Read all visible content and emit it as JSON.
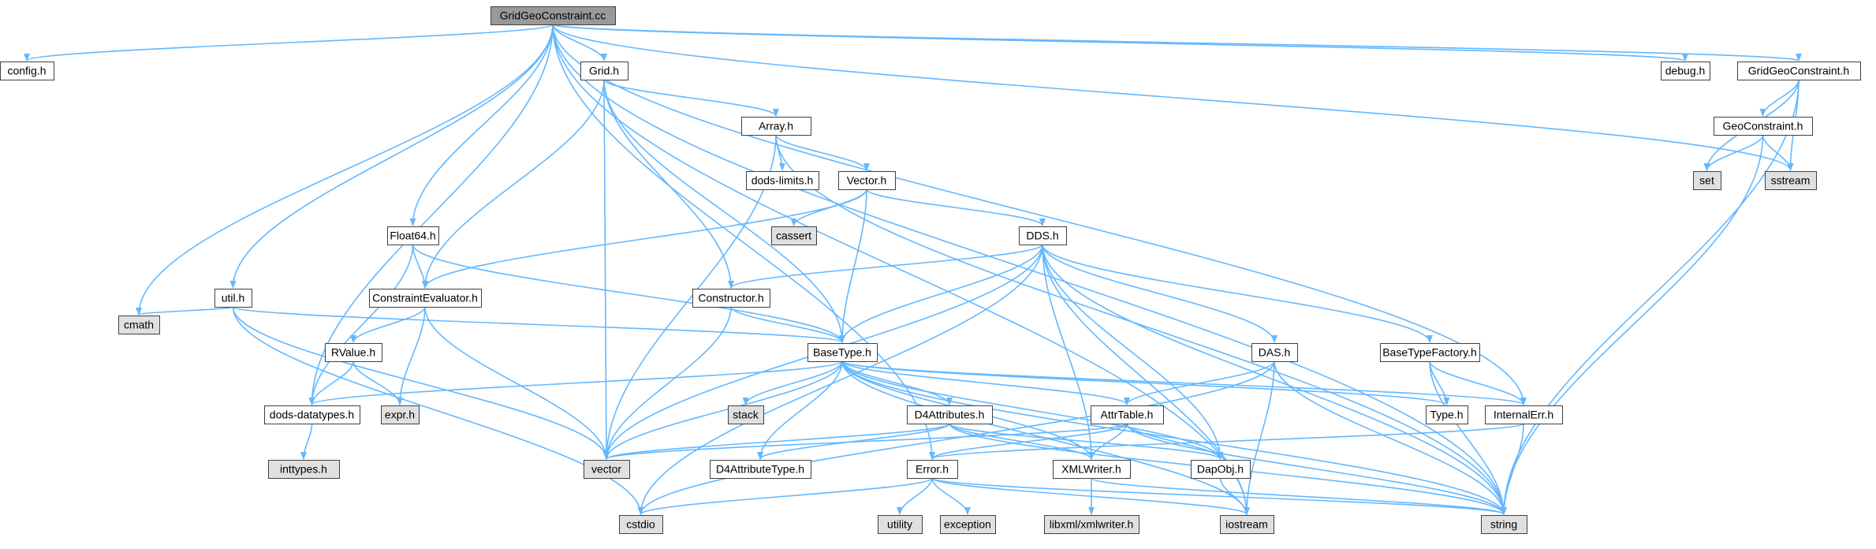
{
  "diagram": {
    "title_node": "GridGeoConstraint.cc",
    "colors": {
      "edge": "#63b8ff",
      "root_fill": "#999999",
      "project_fill": "#ffffff",
      "system_fill": "#e0e0e0",
      "border": "#404040"
    },
    "nodes": [
      {
        "id": "root",
        "label": "GridGeoConstraint.cc",
        "kind": "root"
      },
      {
        "id": "config",
        "label": "config.h",
        "kind": "project"
      },
      {
        "id": "grid",
        "label": "Grid.h",
        "kind": "project"
      },
      {
        "id": "debug",
        "label": "debug.h",
        "kind": "project"
      },
      {
        "id": "ggch",
        "label": "GridGeoConstraint.h",
        "kind": "project"
      },
      {
        "id": "array",
        "label": "Array.h",
        "kind": "project"
      },
      {
        "id": "geoc",
        "label": "GeoConstraint.h",
        "kind": "project"
      },
      {
        "id": "doddslimits",
        "label": "dods-limits.h",
        "kind": "project"
      },
      {
        "id": "vectorh",
        "label": "Vector.h",
        "kind": "project"
      },
      {
        "id": "set",
        "label": "set",
        "kind": "system"
      },
      {
        "id": "sstream",
        "label": "sstream",
        "kind": "system"
      },
      {
        "id": "cassert",
        "label": "cassert",
        "kind": "system"
      },
      {
        "id": "float64",
        "label": "Float64.h",
        "kind": "project"
      },
      {
        "id": "dds",
        "label": "DDS.h",
        "kind": "project"
      },
      {
        "id": "util",
        "label": "util.h",
        "kind": "project"
      },
      {
        "id": "ceval",
        "label": "ConstraintEvaluator.h",
        "kind": "project"
      },
      {
        "id": "constructor",
        "label": "Constructor.h",
        "kind": "project"
      },
      {
        "id": "cmath",
        "label": "cmath",
        "kind": "system"
      },
      {
        "id": "rvalue",
        "label": "RValue.h",
        "kind": "project"
      },
      {
        "id": "basetype",
        "label": "BaseType.h",
        "kind": "project"
      },
      {
        "id": "das",
        "label": "DAS.h",
        "kind": "project"
      },
      {
        "id": "btf",
        "label": "BaseTypeFactory.h",
        "kind": "project"
      },
      {
        "id": "doddsdt",
        "label": "dods-datatypes.h",
        "kind": "project"
      },
      {
        "id": "expr",
        "label": "expr.h",
        "kind": "system"
      },
      {
        "id": "stack",
        "label": "stack",
        "kind": "system"
      },
      {
        "id": "d4attr",
        "label": "D4Attributes.h",
        "kind": "project"
      },
      {
        "id": "attrtable",
        "label": "AttrTable.h",
        "kind": "project"
      },
      {
        "id": "typeh",
        "label": "Type.h",
        "kind": "project"
      },
      {
        "id": "interr",
        "label": "InternalErr.h",
        "kind": "project"
      },
      {
        "id": "inttypes",
        "label": "inttypes.h",
        "kind": "system"
      },
      {
        "id": "vector",
        "label": "vector",
        "kind": "system"
      },
      {
        "id": "d4at",
        "label": "D4AttributeType.h",
        "kind": "project"
      },
      {
        "id": "error",
        "label": "Error.h",
        "kind": "project"
      },
      {
        "id": "xmlw",
        "label": "XMLWriter.h",
        "kind": "project"
      },
      {
        "id": "dapobj",
        "label": "DapObj.h",
        "kind": "project"
      },
      {
        "id": "utility",
        "label": "utility",
        "kind": "system"
      },
      {
        "id": "exception",
        "label": "exception",
        "kind": "system"
      },
      {
        "id": "libxml",
        "label": "libxml/xmlwriter.h",
        "kind": "system"
      },
      {
        "id": "cstdio",
        "label": "cstdio",
        "kind": "system"
      },
      {
        "id": "iostream",
        "label": "iostream",
        "kind": "system"
      },
      {
        "id": "string",
        "label": "string",
        "kind": "system"
      }
    ],
    "edges": [
      [
        "root",
        "config"
      ],
      [
        "root",
        "grid"
      ],
      [
        "root",
        "debug"
      ],
      [
        "root",
        "ggch"
      ],
      [
        "root",
        "float64"
      ],
      [
        "root",
        "util"
      ],
      [
        "root",
        "cmath"
      ],
      [
        "root",
        "doddsdt"
      ],
      [
        "root",
        "error"
      ],
      [
        "root",
        "interr"
      ],
      [
        "root",
        "iostream"
      ],
      [
        "root",
        "sstream"
      ],
      [
        "root",
        "string"
      ],
      [
        "grid",
        "array"
      ],
      [
        "grid",
        "ceval"
      ],
      [
        "grid",
        "constructor"
      ],
      [
        "grid",
        "basetype"
      ],
      [
        "grid",
        "vector"
      ],
      [
        "array",
        "doddslimits"
      ],
      [
        "array",
        "vectorh"
      ],
      [
        "array",
        "vector"
      ],
      [
        "array",
        "string"
      ],
      [
        "vectorh",
        "cassert"
      ],
      [
        "vectorh",
        "dds"
      ],
      [
        "vectorh",
        "ceval"
      ],
      [
        "vectorh",
        "basetype"
      ],
      [
        "ggch",
        "geoc"
      ],
      [
        "ggch",
        "set"
      ],
      [
        "ggch",
        "sstream"
      ],
      [
        "ggch",
        "string"
      ],
      [
        "geoc",
        "set"
      ],
      [
        "geoc",
        "sstream"
      ],
      [
        "geoc",
        "string"
      ],
      [
        "float64",
        "ceval"
      ],
      [
        "float64",
        "doddsdt"
      ],
      [
        "float64",
        "basetype"
      ],
      [
        "util",
        "cmath"
      ],
      [
        "util",
        "basetype"
      ],
      [
        "util",
        "vector"
      ],
      [
        "util",
        "cstdio"
      ],
      [
        "ceval",
        "rvalue"
      ],
      [
        "ceval",
        "expr"
      ],
      [
        "ceval",
        "vector"
      ],
      [
        "rvalue",
        "doddsdt"
      ],
      [
        "rvalue",
        "expr"
      ],
      [
        "dds",
        "constructor"
      ],
      [
        "dds",
        "basetype"
      ],
      [
        "dds",
        "das"
      ],
      [
        "dds",
        "btf"
      ],
      [
        "dds",
        "xmlw"
      ],
      [
        "dds",
        "dapobj"
      ],
      [
        "dds",
        "vector"
      ],
      [
        "dds",
        "cstdio"
      ],
      [
        "dds",
        "iostream"
      ],
      [
        "dds",
        "string"
      ],
      [
        "constructor",
        "basetype"
      ],
      [
        "constructor",
        "vector"
      ],
      [
        "basetype",
        "doddsdt"
      ],
      [
        "basetype",
        "stack"
      ],
      [
        "basetype",
        "d4attr"
      ],
      [
        "basetype",
        "attrtable"
      ],
      [
        "basetype",
        "typeh"
      ],
      [
        "basetype",
        "interr"
      ],
      [
        "basetype",
        "vector"
      ],
      [
        "basetype",
        "d4at"
      ],
      [
        "basetype",
        "xmlw"
      ],
      [
        "basetype",
        "dapobj"
      ],
      [
        "basetype",
        "iostream"
      ],
      [
        "basetype",
        "string"
      ],
      [
        "das",
        "attrtable"
      ],
      [
        "das",
        "iostream"
      ],
      [
        "das",
        "string"
      ],
      [
        "das",
        "cstdio"
      ],
      [
        "btf",
        "typeh"
      ],
      [
        "btf",
        "interr"
      ],
      [
        "btf",
        "string"
      ],
      [
        "doddsdt",
        "inttypes"
      ],
      [
        "d4attr",
        "d4at"
      ],
      [
        "d4attr",
        "xmlw"
      ],
      [
        "d4attr",
        "dapobj"
      ],
      [
        "d4attr",
        "vector"
      ],
      [
        "d4attr",
        "string"
      ],
      [
        "attrtable",
        "error"
      ],
      [
        "attrtable",
        "xmlw"
      ],
      [
        "attrtable",
        "dapobj"
      ],
      [
        "attrtable",
        "vector"
      ],
      [
        "attrtable",
        "string"
      ],
      [
        "interr",
        "error"
      ],
      [
        "interr",
        "string"
      ],
      [
        "error",
        "utility"
      ],
      [
        "error",
        "exception"
      ],
      [
        "error",
        "cstdio"
      ],
      [
        "error",
        "iostream"
      ],
      [
        "error",
        "string"
      ],
      [
        "xmlw",
        "libxml"
      ],
      [
        "xmlw",
        "string"
      ],
      [
        "dapobj",
        "iostream"
      ]
    ]
  }
}
